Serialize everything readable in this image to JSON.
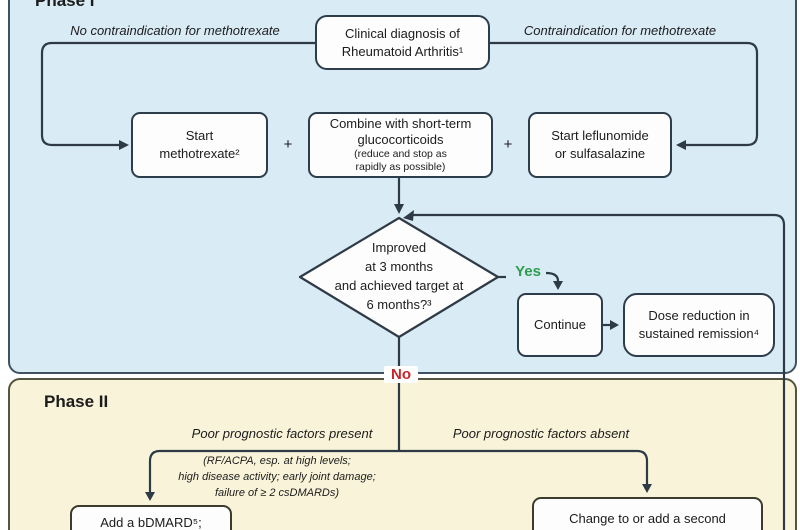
{
  "figure": {
    "type": "flowchart",
    "subject": "Rheumatoid arthritis treatment algorithm"
  },
  "phase1": {
    "label": "Phase I",
    "branch_left_label": "No contraindication for methotrexate",
    "branch_right_label": "Contraindication for methotrexate",
    "yes_label": "Yes",
    "no_label": "No",
    "plus": "+",
    "nodes": {
      "diagnosis": "Clinical diagnosis of\nRheumatoid Arthritis¹",
      "methotrexate": "Start\nmethotrexate²",
      "glucocorticoids": "Combine with short-term\nglucocorticoids",
      "glucocorticoids_note": "(reduce and stop as\nrapidly as possible)",
      "leflunomide": "Start leflunomide\nor sulfasalazine",
      "decision": "Improved\nat 3 months\nand achieved target at\n6 months?³",
      "continue": "Continue",
      "dose_reduction": "Dose reduction in\nsustained remission⁴"
    }
  },
  "phase2": {
    "label": "Phase II",
    "branch_left_label": "Poor prognostic factors present",
    "branch_left_note": "(RF/ACPA, esp. at high levels;\nhigh disease activity; early joint damage;\nfailure of ≥ 2 csDMARDs)",
    "branch_right_label": "Poor prognostic factors absent",
    "nodes": {
      "add_bdmard": "Add a bDMARD⁵;",
      "change_second": "Change to or add a second"
    }
  },
  "colors": {
    "yes_green": "#2f9e4f",
    "no_red": "#c9252b",
    "phase1_bg": "#d9ebf5",
    "phase2_bg": "#f9f4d9",
    "line": "#2e3a46"
  }
}
